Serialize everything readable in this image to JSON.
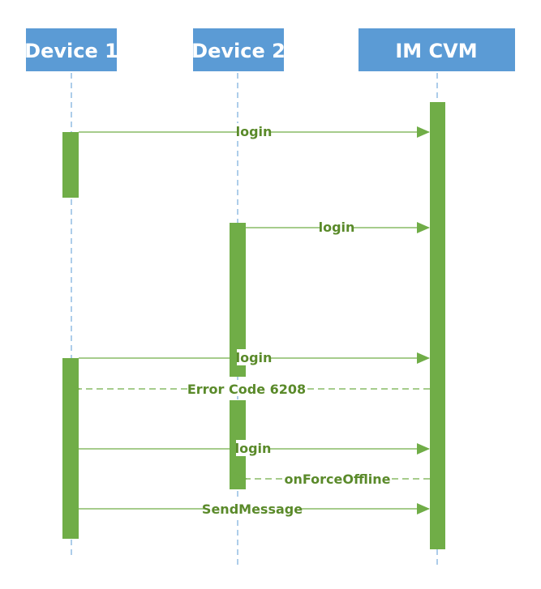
{
  "colors": {
    "participant_fill": "#5b9bd5",
    "participant_text": "#ffffff",
    "lifeline": "#5b9bd5",
    "activation": "#70ad47",
    "message_line": "#70ad47",
    "message_text": "#5a8a2a"
  },
  "participants": [
    {
      "id": "device1",
      "label": "Device 1"
    },
    {
      "id": "device2",
      "label": "Device 2"
    },
    {
      "id": "imcvm",
      "label": "IM CVM"
    }
  ],
  "messages": [
    {
      "from": "device1",
      "to": "imcvm",
      "label": "login",
      "style": "solid"
    },
    {
      "from": "device2",
      "to": "imcvm",
      "label": "login",
      "style": "solid"
    },
    {
      "from": "device1",
      "to": "imcvm",
      "label": "login",
      "style": "solid"
    },
    {
      "from": "imcvm",
      "to": "device1",
      "label": "Error Code 6208",
      "style": "dashed"
    },
    {
      "from": "device1",
      "to": "imcvm",
      "label": "login",
      "style": "solid"
    },
    {
      "from": "imcvm",
      "to": "device2",
      "label": "onForceOffline",
      "style": "dashed"
    },
    {
      "from": "device1",
      "to": "imcvm",
      "label": "SendMessage",
      "style": "solid"
    }
  ]
}
